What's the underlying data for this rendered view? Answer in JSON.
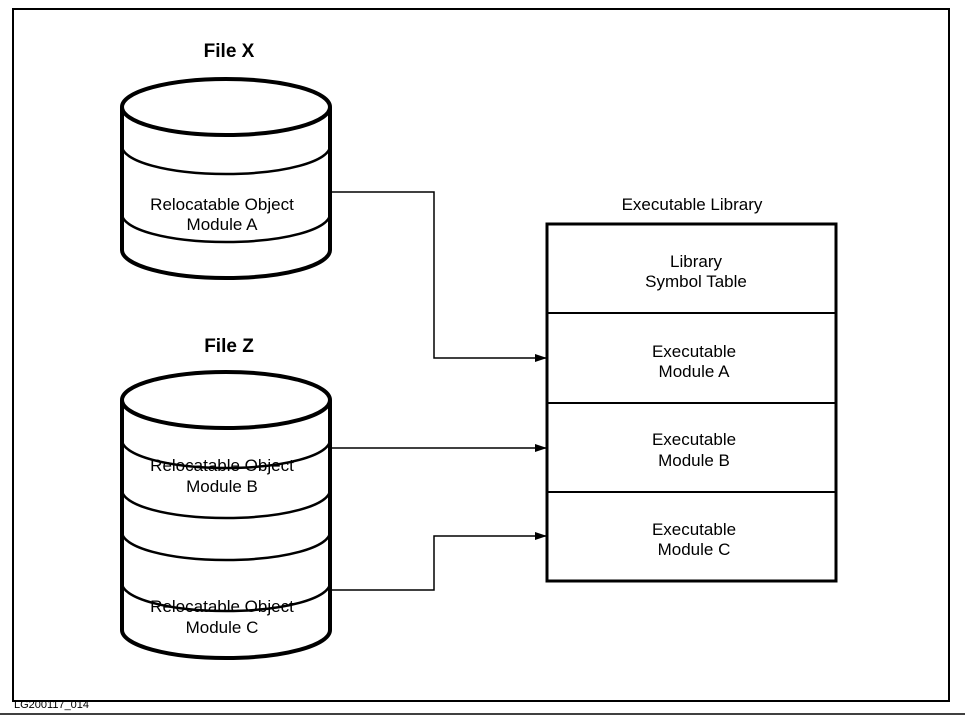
{
  "file_x": {
    "title": "File X",
    "module_a": [
      "Relocatable Object",
      "Module A"
    ]
  },
  "file_z": {
    "title": "File Z",
    "module_b": [
      "Relocatable Object",
      "Module B"
    ],
    "module_c": [
      "Relocatable Object",
      "Module C"
    ]
  },
  "library": {
    "title": "Executable Library",
    "symbol_table": [
      "Library",
      "Symbol Table"
    ],
    "module_a": [
      "Executable",
      "Module A"
    ],
    "module_b": [
      "Executable",
      "Module B"
    ],
    "module_c": [
      "Executable",
      "Module C"
    ]
  },
  "figure_id": "LG200117_014"
}
